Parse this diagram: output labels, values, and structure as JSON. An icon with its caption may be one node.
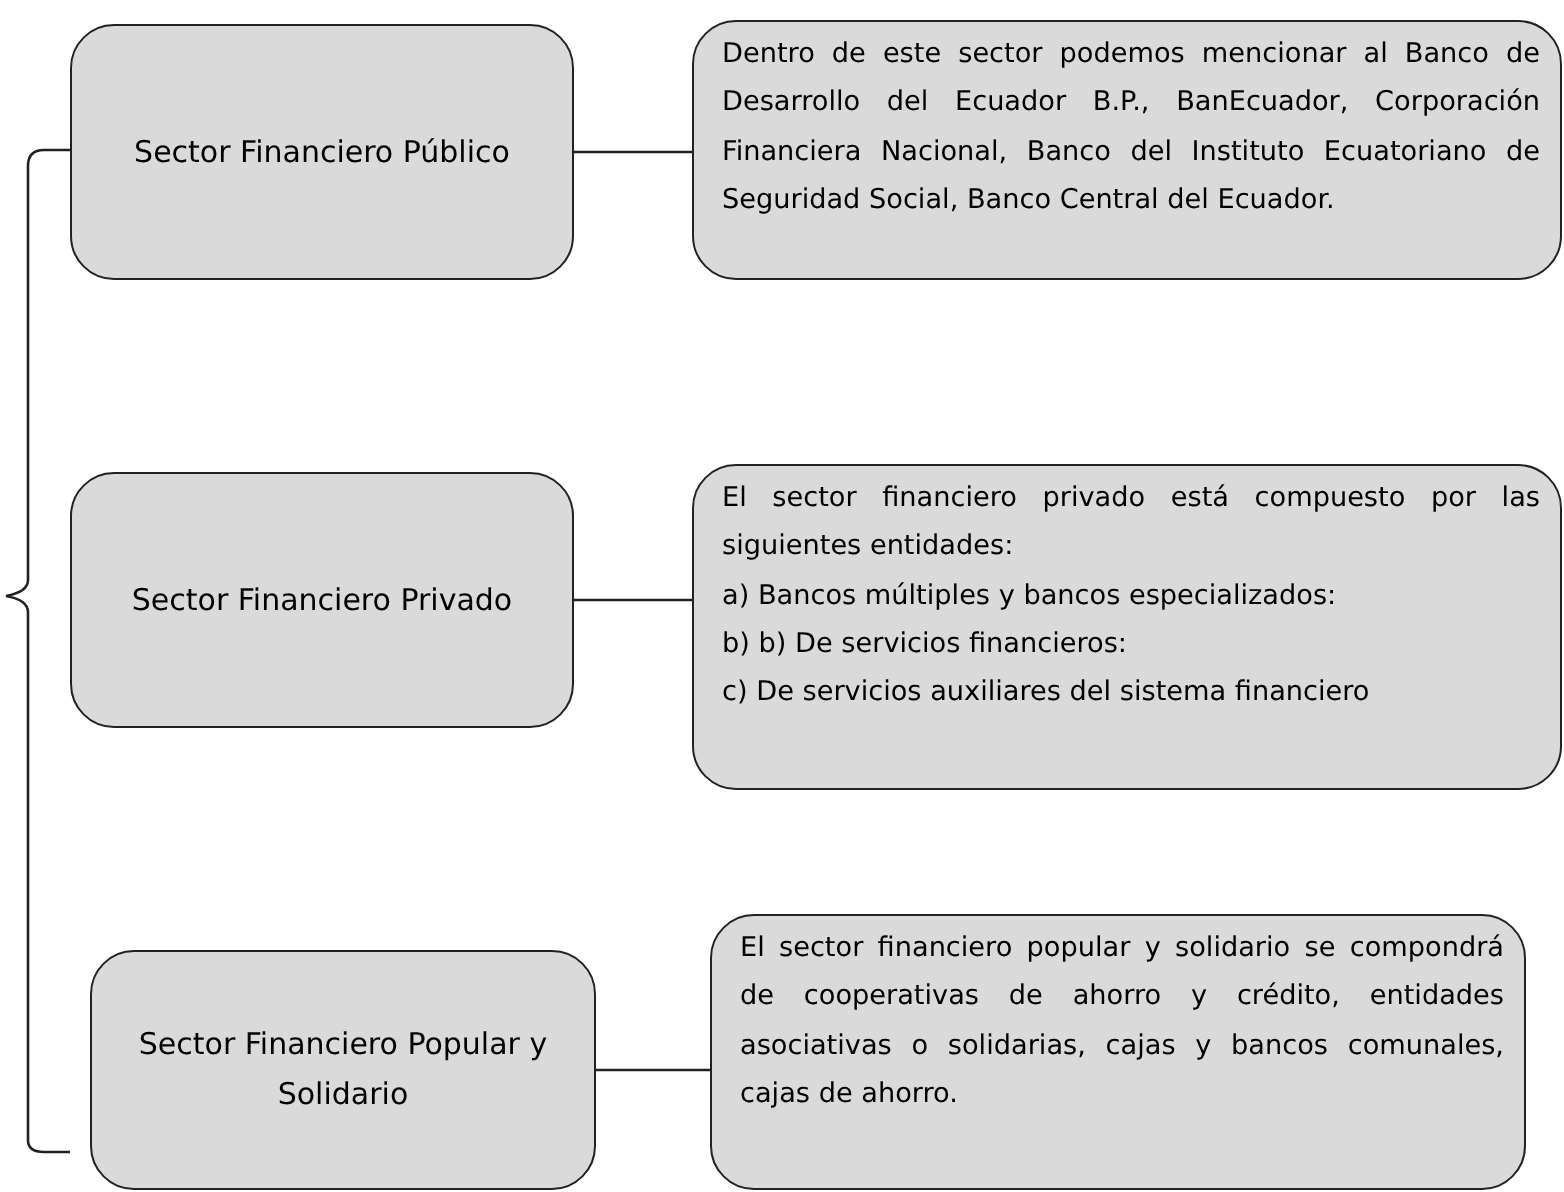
{
  "diagram": {
    "nodes": [
      {
        "text": [
          "Sector Financiero Público"
        ]
      },
      {
        "text": [
          "Dentro de este sector podemos mencionar al Banco de Desarrollo del Ecuador B.P., BanEcuador, Corporación Financiera Nacional, Banco del Instituto Ecuatoriano de Seguridad Social, Banco Central del Ecuador."
        ]
      },
      {
        "text": [
          "Sector Financiero Privado"
        ]
      },
      {
        "text": [
          "El sector financiero privado está compuesto por las siguientes entidades:",
          "a)  Bancos múltiples y bancos especializados:",
          "b)  b) De servicios financieros:",
          "c)  De servicios auxiliares del sistema financiero"
        ]
      },
      {
        "text": [
          "Sector Financiero Popular y Solidario"
        ]
      },
      {
        "text": [
          "El sector financiero popular y solidario se compondrá de cooperativas de ahorro y crédito, entidades asociativas o solidarias, cajas y bancos comunales, cajas de ahorro."
        ]
      }
    ],
    "edges": [
      {
        "from": 0,
        "to": 1,
        "arrow": "none"
      },
      {
        "from": 2,
        "to": 3,
        "arrow": "none"
      },
      {
        "from": 4,
        "to": 5,
        "arrow": "none"
      }
    ]
  }
}
